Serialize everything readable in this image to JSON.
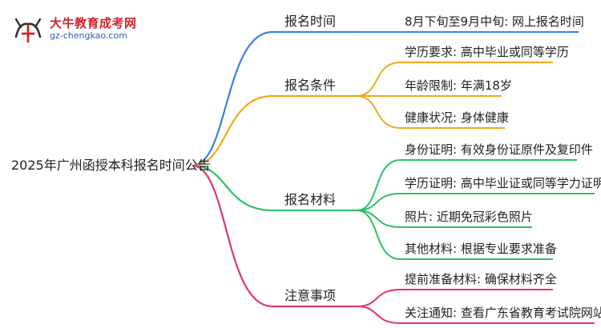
{
  "logo": {
    "name": "大牛教育成考网",
    "url": "gz-chengkao.com"
  },
  "colors": {
    "blue": "#3b82e6",
    "orange": "#f0a820",
    "green": "#2fbf6a",
    "pink": "#e8336f"
  },
  "root": "2025年广州函授本科报名时间公告",
  "branches": [
    {
      "label": "报名时间",
      "leaves": [
        "8月下旬至9月中旬: 网上报名时间"
      ]
    },
    {
      "label": "报名条件",
      "leaves": [
        "学历要求: 高中毕业或同等学历",
        "年龄限制: 年满18岁",
        "健康状况: 身体健康"
      ]
    },
    {
      "label": "报名材料",
      "leaves": [
        "身份证明: 有效身份证原件及复印件",
        "学历证明: 高中毕业证或同等学力证明",
        "照片: 近期免冠彩色照片",
        "其他材料: 根据专业要求准备"
      ]
    },
    {
      "label": "注意事项",
      "leaves": [
        "提前准备材料: 确保材料齐全",
        "关注通知: 查看广东省教育考试院网站"
      ]
    }
  ]
}
